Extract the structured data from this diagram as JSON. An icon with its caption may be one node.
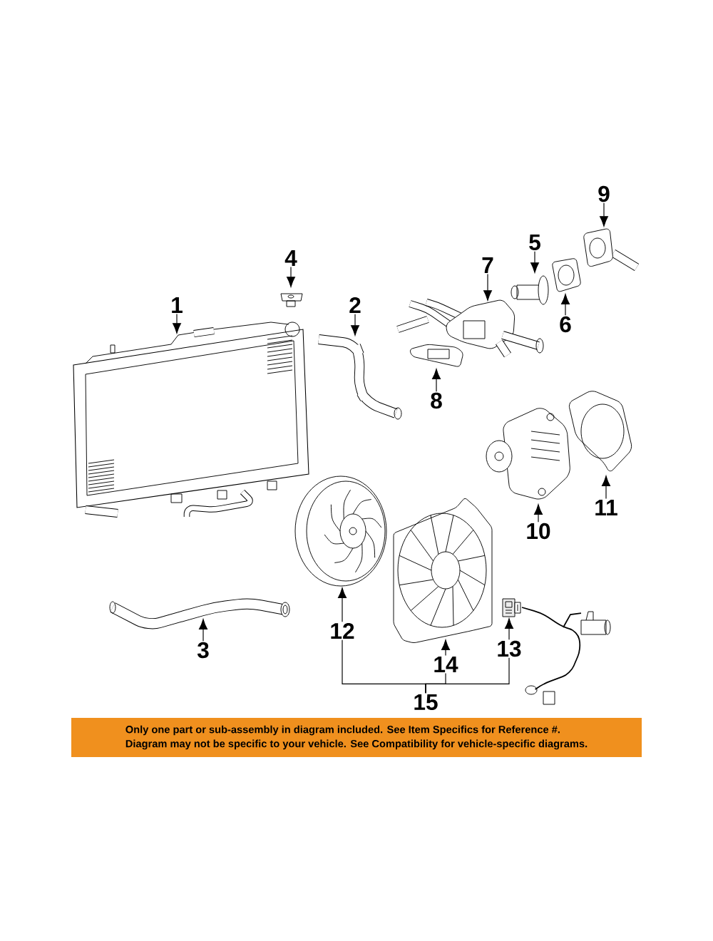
{
  "diagram": {
    "nodes": [
      {
        "text": [
          "1"
        ]
      },
      {
        "text": [
          "2"
        ]
      },
      {
        "text": [
          "3"
        ]
      },
      {
        "text": [
          "4"
        ]
      },
      {
        "text": [
          "5"
        ]
      },
      {
        "text": [
          "6"
        ]
      },
      {
        "text": [
          "7"
        ]
      },
      {
        "text": [
          "8"
        ]
      },
      {
        "text": [
          "9"
        ]
      },
      {
        "text": [
          "10"
        ]
      },
      {
        "text": [
          "11"
        ]
      },
      {
        "text": [
          "12"
        ]
      },
      {
        "text": [
          "13"
        ]
      },
      {
        "text": [
          "14"
        ]
      },
      {
        "text": [
          "15"
        ]
      },
      {
        "text": [],
        "shape": "picture"
      },
      {
        "text": [],
        "shape": "picture"
      },
      {
        "text": [],
        "shape": "picture"
      },
      {
        "text": [],
        "shape": "picture"
      },
      {
        "text": [],
        "shape": "picture"
      },
      {
        "text": [],
        "shape": "picture"
      },
      {
        "text": [],
        "shape": "picture"
      },
      {
        "text": [],
        "shape": "picture"
      },
      {
        "text": [],
        "shape": "picture"
      },
      {
        "text": [],
        "shape": "picture"
      },
      {
        "text": [],
        "shape": "picture"
      },
      {
        "text": [],
        "shape": "picture"
      },
      {
        "text": [],
        "shape": "picture"
      },
      {
        "text": [],
        "shape": "picture"
      },
      {
        "text": [
          "Only one part or sub-assembly in diagram included. See Item Specifics for Reference #.",
          "Diagram may not be specific to your vehicle. See Compatibility for vehicle-specific diagrams."
        ]
      }
    ],
    "edges": [
      {
        "from": 0,
        "to": 15,
        "arrow": "to"
      },
      {
        "from": 1,
        "to": 16,
        "arrow": "to"
      },
      {
        "from": 2,
        "to": 17,
        "arrow": "to"
      },
      {
        "from": 3,
        "to": 18,
        "arrow": "to"
      },
      {
        "from": 4,
        "to": 19,
        "arrow": "to"
      },
      {
        "from": 5,
        "to": 20,
        "arrow": "to"
      },
      {
        "from": 6,
        "to": 21,
        "arrow": "to"
      },
      {
        "from": 7,
        "to": 22,
        "arrow": "to"
      },
      {
        "from": 8,
        "to": 23,
        "arrow": "to"
      },
      {
        "from": 9,
        "to": 24,
        "arrow": "to"
      },
      {
        "from": 10,
        "to": 25,
        "arrow": "to"
      },
      {
        "from": 11,
        "to": 26,
        "arrow": "to"
      },
      {
        "from": 12,
        "to": 27,
        "arrow": "to"
      },
      {
        "from": 13,
        "to": 28,
        "arrow": "to"
      },
      {
        "from": 14,
        "to": 11,
        "arrow": "none"
      },
      {
        "from": 14,
        "to": 13,
        "arrow": "none"
      },
      {
        "from": 14,
        "to": 12,
        "arrow": "none"
      }
    ]
  }
}
